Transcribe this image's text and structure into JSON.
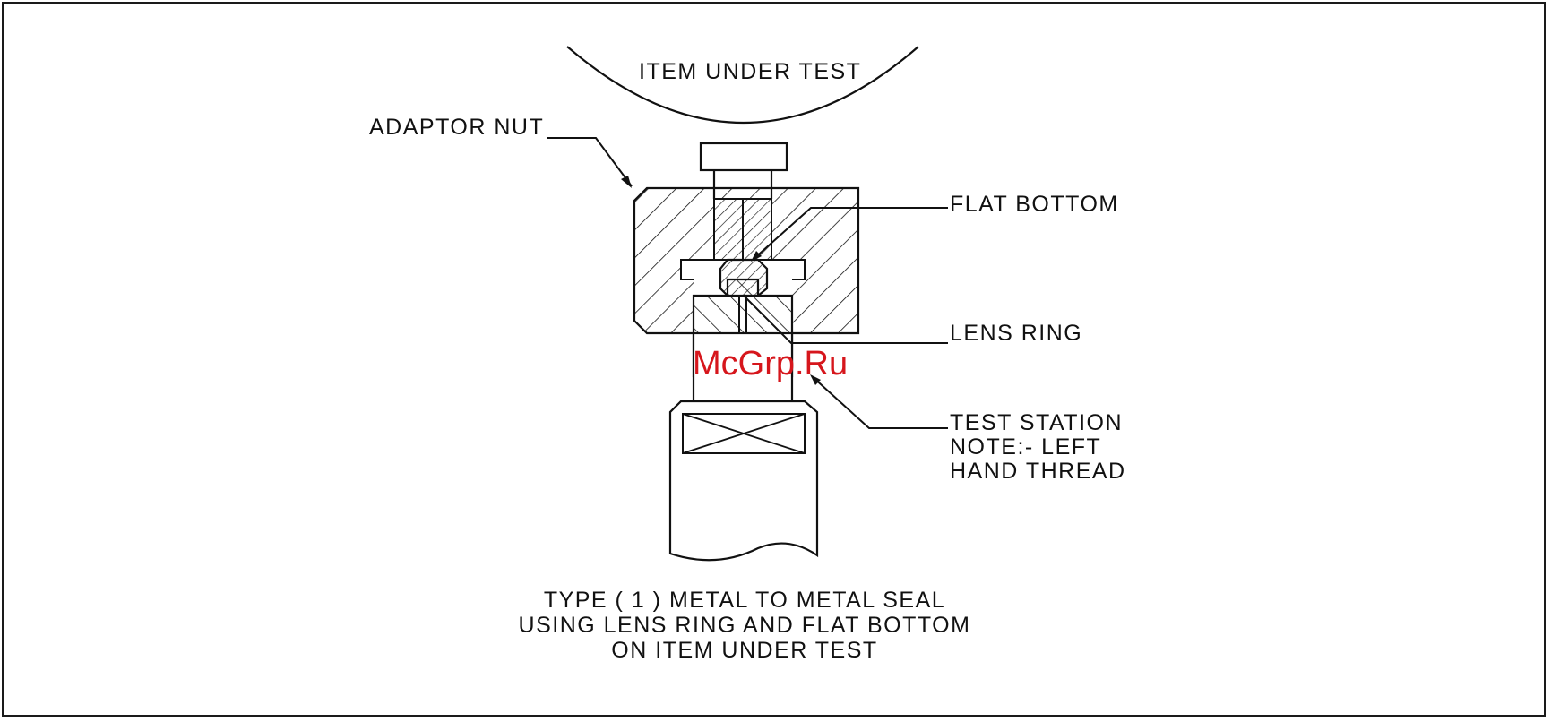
{
  "labels": {
    "item_under_test": "ITEM UNDER TEST",
    "adaptor_nut": "ADAPTOR NUT",
    "flat_bottom": "FLAT BOTTOM",
    "lens_ring": "LENS RING",
    "test_station_line1": "TEST STATION",
    "test_station_line2": "NOTE:- LEFT",
    "test_station_line3": "HAND THREAD"
  },
  "caption": {
    "line1": "TYPE ( 1 ) METAL TO METAL SEAL",
    "line2": "USING LENS RING AND FLAT BOTTOM",
    "line3": "ON ITEM UNDER TEST"
  },
  "watermark": "McGrp.Ru",
  "colors": {
    "line": "#111111",
    "watermark": "#d6161c",
    "background": "#ffffff"
  }
}
